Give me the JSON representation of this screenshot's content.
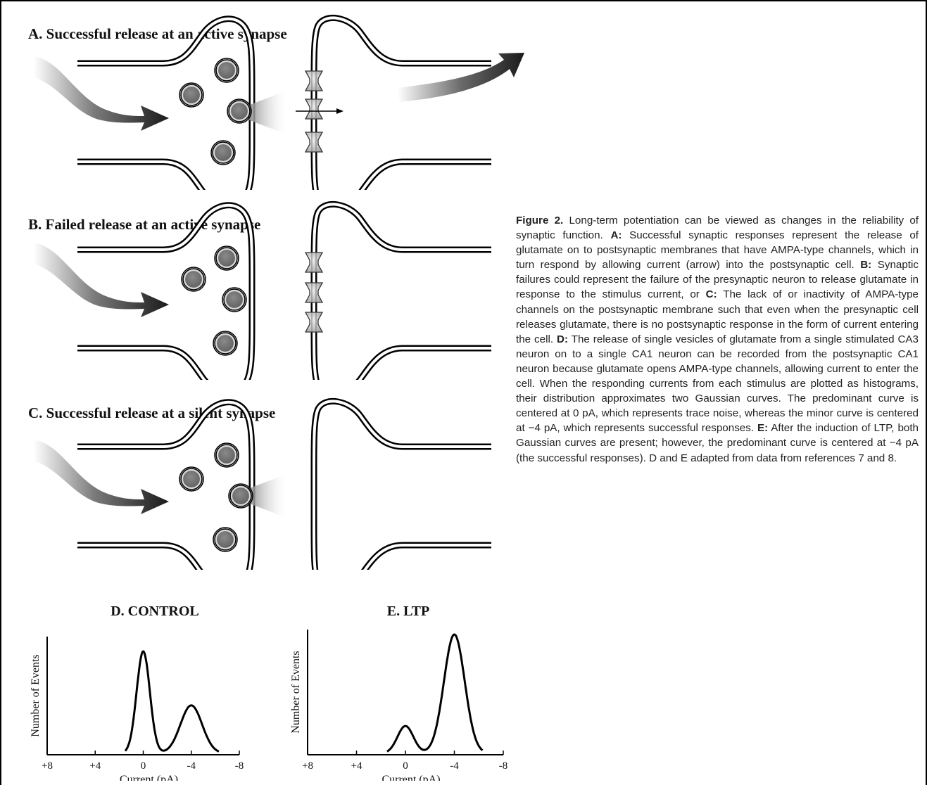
{
  "panels": {
    "a": {
      "title": "A. Successful release at an active synapse"
    },
    "b": {
      "title": "B. Failed release at an active synapse"
    },
    "c": {
      "title": "C. Successful release at a silent synapse"
    }
  },
  "chart_data": [
    {
      "type": "line",
      "title": "D. CONTROL",
      "xlabel": "Current (pA)",
      "ylabel": "Number of Events",
      "x_ticks": [
        "+8",
        "+4",
        "0",
        "-4",
        "-8"
      ],
      "x_tick_values": [
        8,
        4,
        0,
        -4,
        -8
      ],
      "xlim": [
        8,
        -8
      ],
      "x_range_of_curve": [
        1.5,
        -6.3
      ],
      "components": [
        {
          "center": 0,
          "relative_height": 1.0,
          "width": 0.55
        },
        {
          "center": -4,
          "relative_height": 0.47,
          "width": 0.9
        }
      ]
    },
    {
      "type": "line",
      "title": "E. LTP",
      "xlabel": "Current (pA)",
      "ylabel": "Number of Events",
      "x_ticks": [
        "+8",
        "+4",
        "0",
        "-4",
        "-8"
      ],
      "x_tick_values": [
        8,
        4,
        0,
        -4,
        -8
      ],
      "xlim": [
        8,
        -8
      ],
      "x_range_of_curve": [
        1.5,
        -6.3
      ],
      "components": [
        {
          "center": 0,
          "relative_height": 0.23,
          "width": 0.65
        },
        {
          "center": -4,
          "relative_height": 1.0,
          "width": 0.85
        }
      ]
    }
  ],
  "caption": {
    "figure_label": "Figure 2.",
    "intro": " Long-term potentiation can be viewed as changes in the reliability of synaptic function. ",
    "a_label": "A:",
    "a_text": " Successful synaptic responses represent the release of glutamate on to postsynaptic membranes that have AMPA-type channels, which in turn respond by allowing current (arrow) into the postsynaptic cell. ",
    "b_label": "B:",
    "b_text": " Synaptic failures could represent the failure of the presynaptic neuron to release glutamate in response to the stimulus current, or ",
    "c_label": "C:",
    "c_text": " The lack of or inactivity of AMPA-type channels on the postsynaptic membrane such that even when the presynaptic cell releases glutamate, there is no postsynaptic response in the form of current entering the cell. ",
    "d_label": "D:",
    "d_text": " The release of single vesicles of glutamate from a single stimulated CA3 neuron on to a single CA1 neuron can be recorded from the postsynaptic CA1 neuron because glutamate opens AMPA-type channels, allowing current to enter the cell. When the responding currents from each stimulus are plotted as histograms, their distribution approximates two Gaussian curves. The predominant curve is centered at 0 pA, which represents trace noise, whereas the minor curve is centered at −4 pA, which represents successful responses. ",
    "e_label": "E:",
    "e_text": " After the induction of LTP, both Gaussian curves are present; however, the predominant curve is centered at −4 pA (the successful responses). D and E adapted from data from references 7 and 8."
  }
}
